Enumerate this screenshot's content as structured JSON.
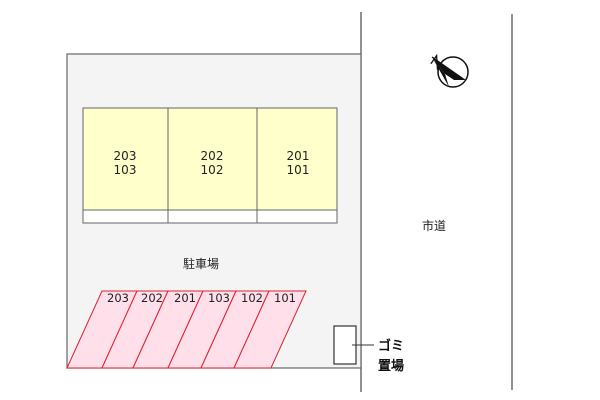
{
  "building": {
    "units": [
      {
        "upper": "203",
        "lower": "103"
      },
      {
        "upper": "202",
        "lower": "102"
      },
      {
        "upper": "201",
        "lower": "101"
      }
    ]
  },
  "parking": {
    "label": "駐車場",
    "spaces": [
      "203",
      "202",
      "201",
      "103",
      "102",
      "101"
    ]
  },
  "road": {
    "label": "市道"
  },
  "garbage": {
    "line1": "ゴミ",
    "line2": "置場"
  },
  "compass": {
    "icon": "north-arrow-icon"
  },
  "colors": {
    "building_fill": "#ffffcc",
    "parking_fill": "#ffe0ea",
    "parking_stroke": "#e02030",
    "lot_fill": "#f4f4f4"
  }
}
